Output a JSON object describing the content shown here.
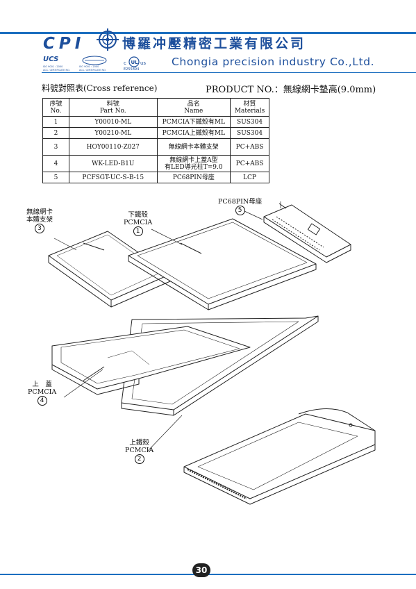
{
  "header": {
    "logo_text": "CPI",
    "company_cn": "博羅冲壓精密工業有限公司",
    "company_en": "Chongia precision industry Co.,Ltd.",
    "cert_ucs": "UCS",
    "cert_text_1": "ISO 9001 : 2000",
    "cert_text_2": "ACC. CERTIFICATE NO.",
    "cert_ul_mark": "c UL us",
    "cert_ul_no": "E255894",
    "brand_color": "#1d4f9c"
  },
  "captions": {
    "cross_reference": "料號對照表(Cross reference)",
    "product": "PRODUCT NO.：無線網卡墊高(9.0mm)"
  },
  "table": {
    "headers": [
      {
        "cn": "序號",
        "en": "No."
      },
      {
        "cn": "料號",
        "en": "Part No."
      },
      {
        "cn": "品名",
        "en": "Name"
      },
      {
        "cn": "材質",
        "en": "Materials"
      }
    ],
    "rows": [
      {
        "no": "1",
        "part": "Y00010-ML",
        "name": "PCMCIA下鐵殼有ML",
        "name2": "",
        "material": "SUS304"
      },
      {
        "no": "2",
        "part": "Y00210-ML",
        "name": "PCMCIA上鐵殼有ML",
        "name2": "",
        "material": "SUS304"
      },
      {
        "no": "3",
        "part": "HOY00110-Z027",
        "name": "無線網卡本體支架",
        "name2": "",
        "material": "PC+ABS"
      },
      {
        "no": "4",
        "part": "WK-LED-B1U",
        "name": "無線網卡上蓋A型",
        "name2": "有LED導光柱T=9.0",
        "material": "PC+ABS"
      },
      {
        "no": "5",
        "part": "PCFSGT-UC-S-B-15",
        "name": "PC68PIN母座",
        "name2": "",
        "material": "LCP"
      }
    ]
  },
  "callouts": {
    "c3": {
      "line1": "無線網卡",
      "line2": "本體支架",
      "num": "3"
    },
    "c1": {
      "line1": "下鐵殼",
      "line2": "PCMCIA",
      "num": "1"
    },
    "c5": {
      "line1": "PC68PIN母座",
      "num": "5"
    },
    "c4": {
      "line1": "上　蓋",
      "line2": "PCMCIA",
      "num": "4"
    },
    "c2": {
      "line1": "上鐵殼",
      "line2": "PCMCIA",
      "num": "2"
    }
  },
  "footer": {
    "page_number": "30"
  }
}
